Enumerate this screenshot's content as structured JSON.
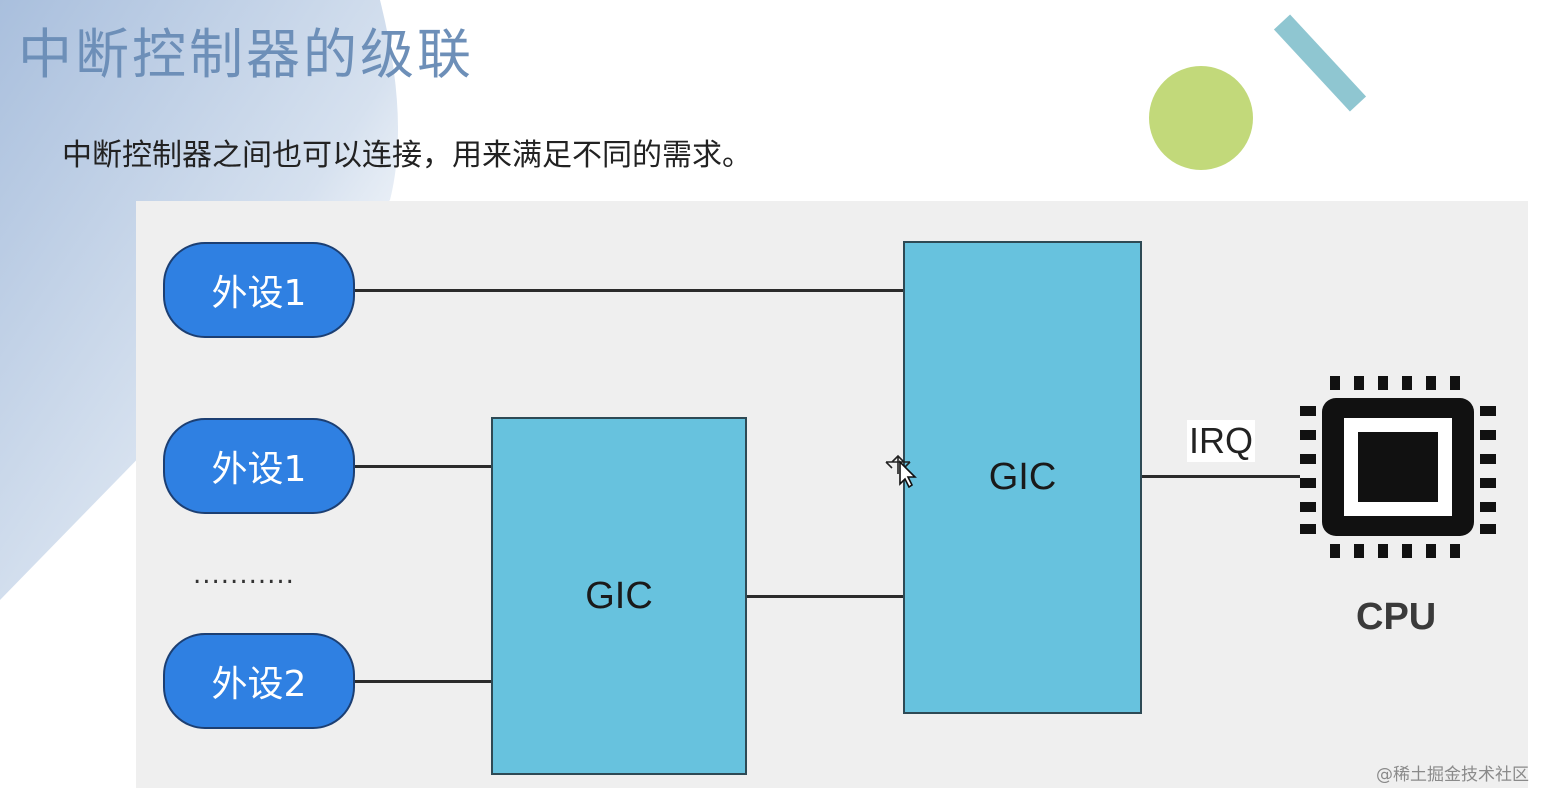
{
  "slide": {
    "title": "中断控制器的级联",
    "subtitle": "中断控制器之间也可以连接，用来满足不同的需求。"
  },
  "diagram": {
    "peripherals": [
      {
        "label": "外设1"
      },
      {
        "label": "外设1"
      },
      {
        "label": "外设2"
      }
    ],
    "ellipsis": "...........",
    "gic_secondary": {
      "label": "GIC"
    },
    "gic_primary": {
      "label": "GIC"
    },
    "irq_label": "IRQ",
    "cpu": {
      "label": "CPU",
      "icon": "cpu-chip-icon"
    }
  },
  "decorations": {
    "circle_color": "#c2d97a",
    "bar_color": "#8fc6d1"
  },
  "colors": {
    "peripheral_fill": "#2f80e2",
    "gic_fill": "#67c2de",
    "panel_bg": "#efefef",
    "title_color": "#6d8fb8"
  },
  "watermark": "@稀土掘金技术社区"
}
